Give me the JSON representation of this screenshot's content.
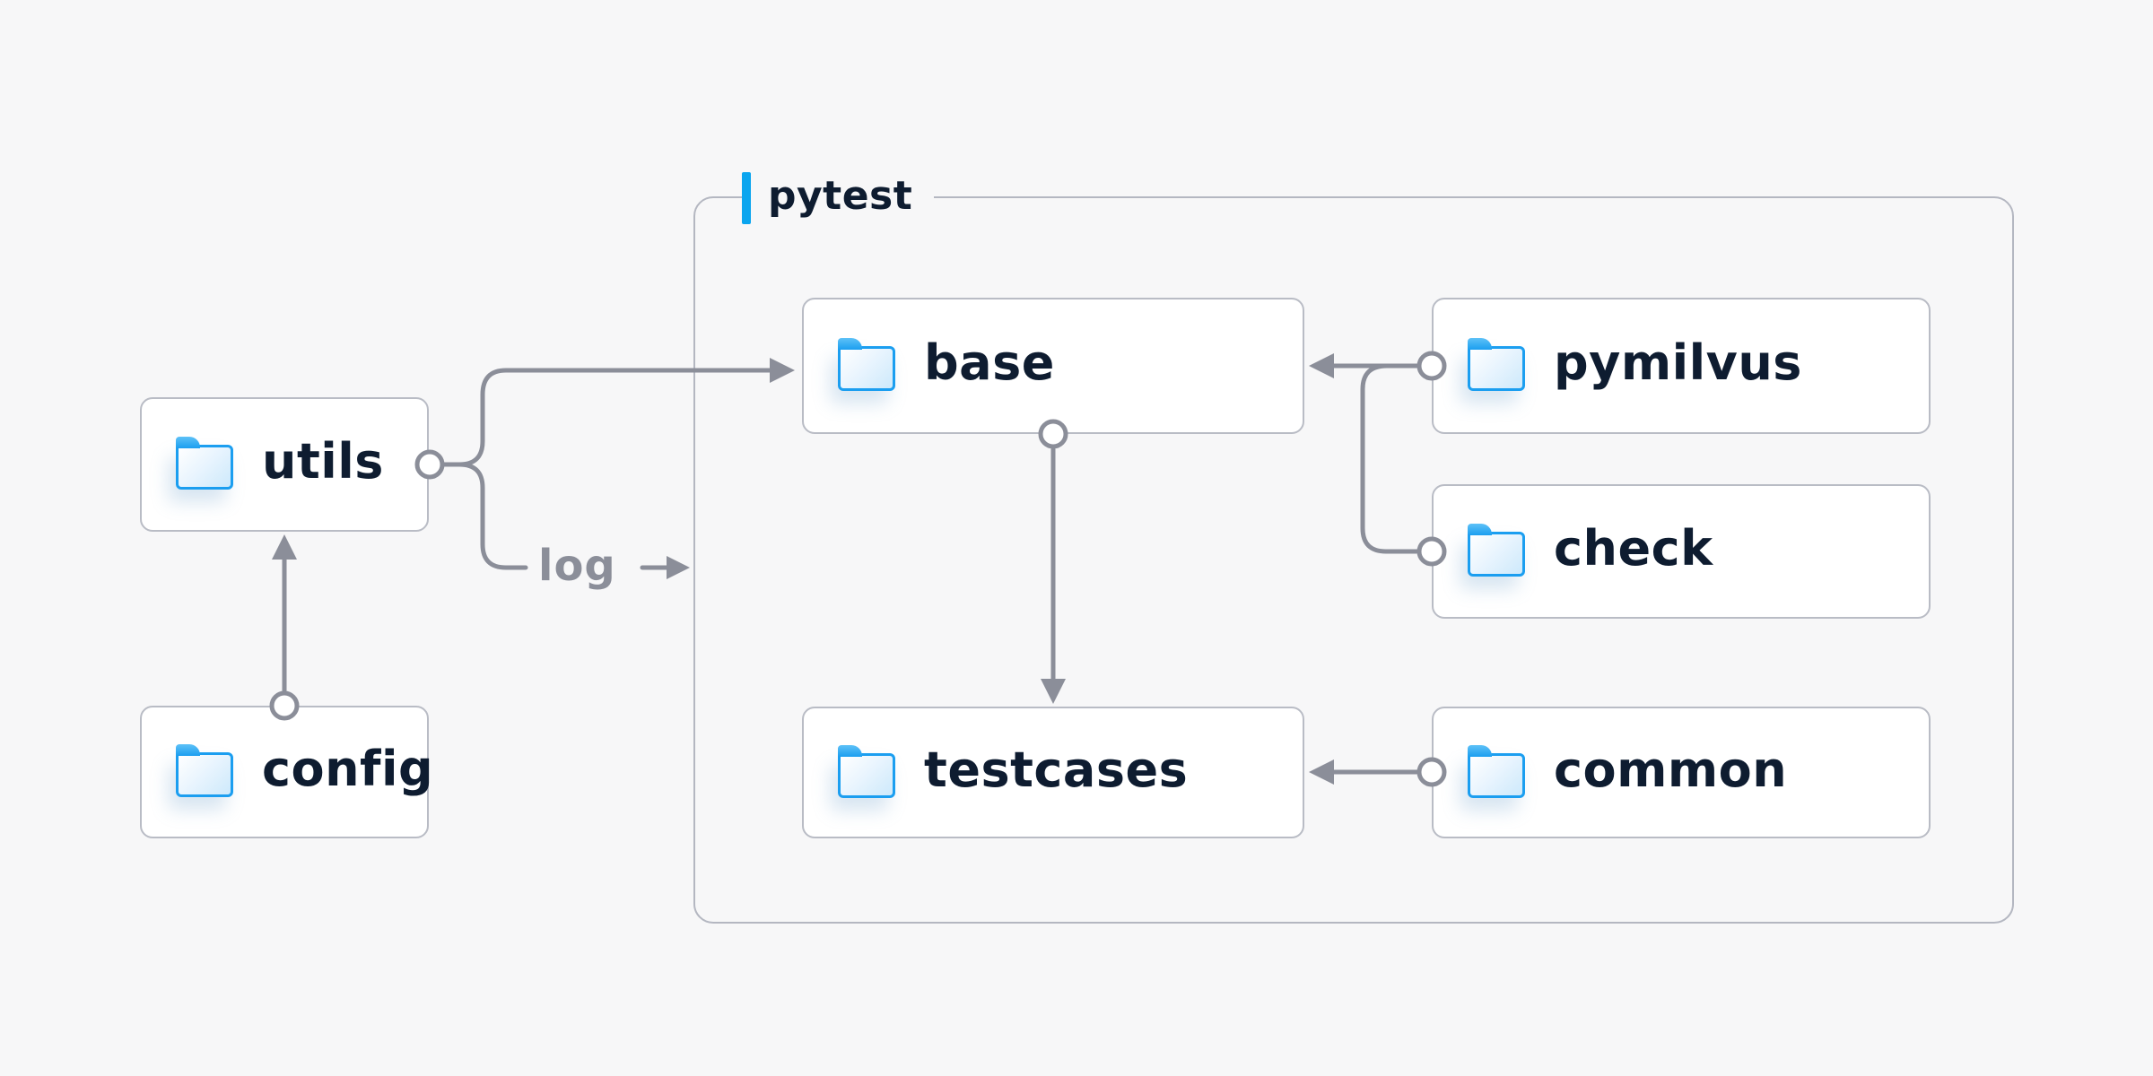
{
  "diagram": {
    "container": {
      "label": "pytest"
    },
    "nodes": [
      {
        "id": "utils",
        "label": "utils"
      },
      {
        "id": "config",
        "label": "config"
      },
      {
        "id": "base",
        "label": "base"
      },
      {
        "id": "testcases",
        "label": "testcases"
      },
      {
        "id": "pymilvus",
        "label": "pymilvus"
      },
      {
        "id": "check",
        "label": "check"
      },
      {
        "id": "common",
        "label": "common"
      }
    ],
    "edge_label": "log",
    "edges": [
      {
        "from": "utils",
        "to": "base"
      },
      {
        "from": "utils",
        "to": "log-arrow-into-pytest"
      },
      {
        "from": "config",
        "to": "utils"
      },
      {
        "from": "base",
        "to": "testcases"
      },
      {
        "from": "pymilvus",
        "to": "base"
      },
      {
        "from": "pymilvus",
        "to": "check-link"
      },
      {
        "from": "common",
        "to": "testcases"
      }
    ],
    "colors": {
      "background": "#f7f7f8",
      "node_background": "#ffffff",
      "node_border": "#b9bcc5",
      "container_border": "#b4b7c1",
      "edge_gray": "#8b8e99",
      "text_dark": "#0e1c30",
      "accent_blue": "#0aa5ef",
      "folder_blue": "#1b9ef0"
    }
  }
}
